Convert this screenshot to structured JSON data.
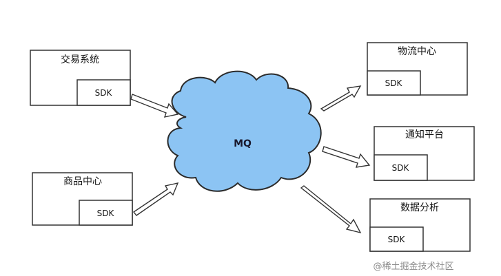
{
  "center": {
    "label": "MQ"
  },
  "producers": [
    {
      "title": "交易系统",
      "sdk": "SDK"
    },
    {
      "title": "商品中心",
      "sdk": "SDK"
    }
  ],
  "consumers": [
    {
      "title": "物流中心",
      "sdk": "SDK"
    },
    {
      "title": "通知平台",
      "sdk": "SDK"
    },
    {
      "title": "数据分析",
      "sdk": "SDK"
    }
  ],
  "watermark": "@稀土掘金技术社区",
  "colors": {
    "cloud_fill": "#8cc4f3",
    "cloud_stroke": "#2b2b2b",
    "box_stroke": "#333333",
    "arrow_fill": "#ffffff"
  }
}
